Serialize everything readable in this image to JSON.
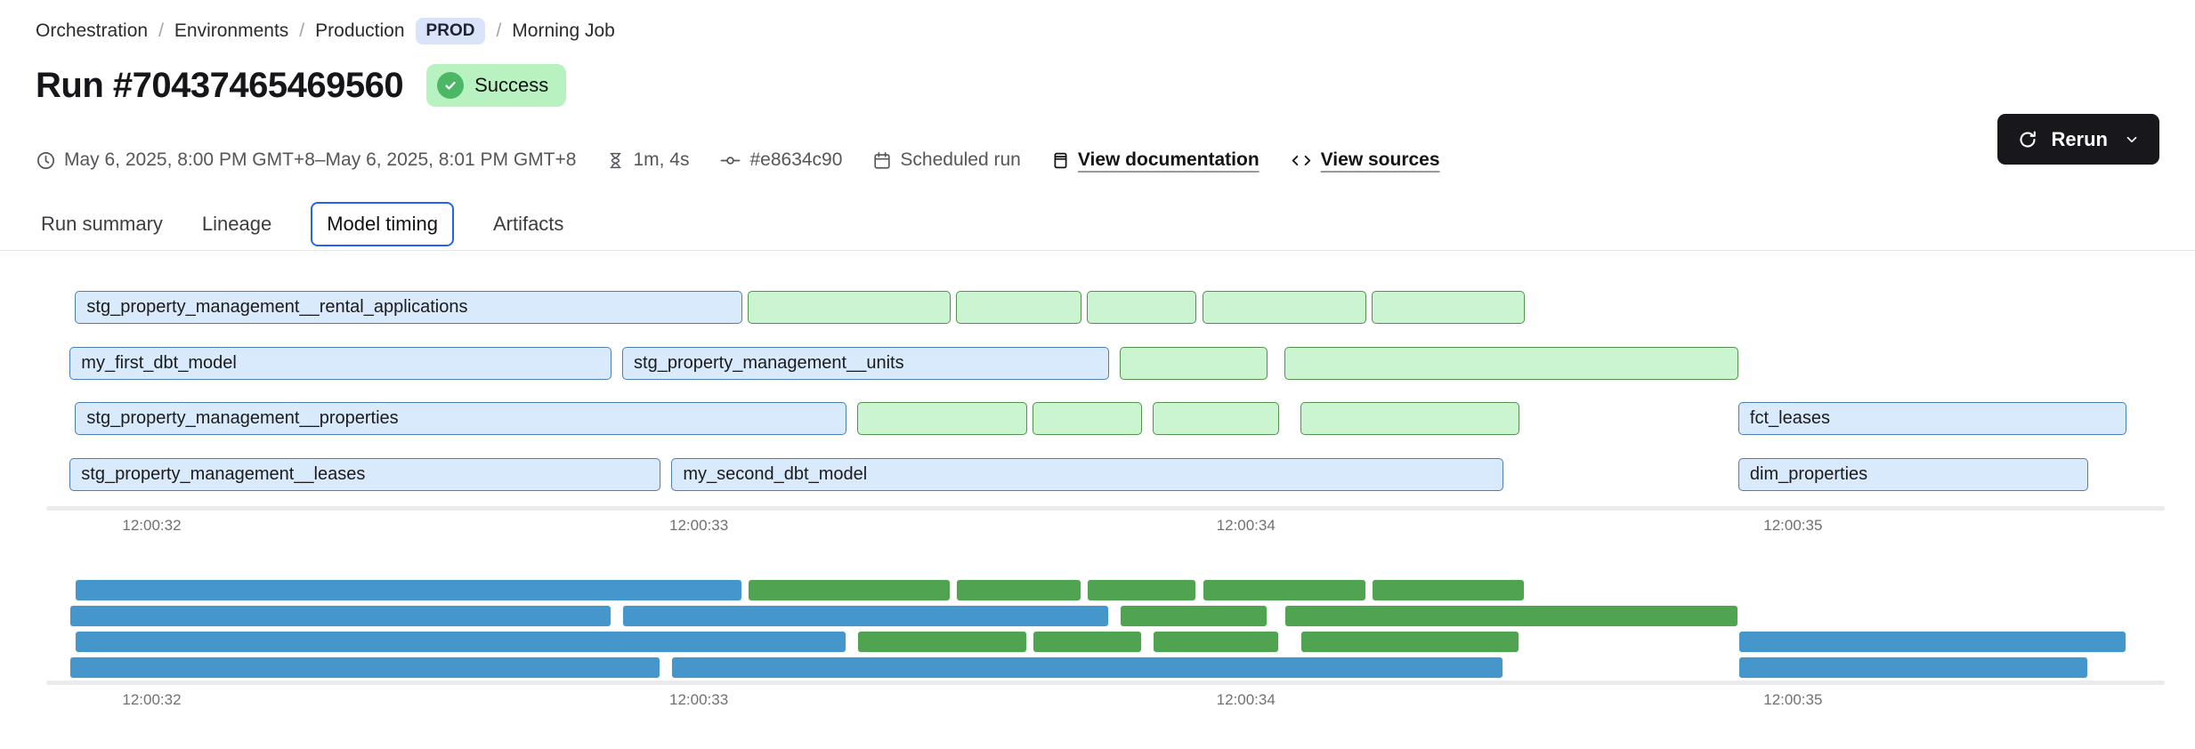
{
  "breadcrumb": {
    "separator": "/",
    "items": [
      "Orchestration",
      "Environments",
      "Production",
      "Morning Job"
    ],
    "env_badge": "PROD"
  },
  "header": {
    "title": "Run #70437465469560",
    "status": "Success"
  },
  "actions": {
    "rerun_label": "Rerun"
  },
  "meta": {
    "date_range": "May 6, 2025, 8:00 PM GMT+8–May 6, 2025, 8:01 PM GMT+8",
    "duration": "1m, 4s",
    "commit": "#e8634c90",
    "trigger": "Scheduled run",
    "docs_link": "View documentation",
    "sources_link": "View sources"
  },
  "tabs": [
    {
      "label": "Run summary",
      "active": false
    },
    {
      "label": "Lineage",
      "active": false
    },
    {
      "label": "Model timing",
      "active": true
    },
    {
      "label": "Artifacts",
      "active": false
    }
  ],
  "chart_data": {
    "type": "gantt",
    "title": "Model timing",
    "panels": [
      "detail",
      "overview"
    ],
    "x_axis": {
      "domain_seconds": [
        31.83,
        35.66
      ],
      "tick_seconds": [
        32,
        33,
        34,
        35
      ],
      "ticks": [
        "12:00:32",
        "12:00:33",
        "12:00:34",
        "12:00:35"
      ]
    },
    "colors": {
      "model_fill": "#d9eafc",
      "model_border": "#4a7fb2",
      "test_fill": "#cbf5d0",
      "test_border": "#53914d",
      "overview_model": "#4597cb",
      "overview_test": "#50a350"
    },
    "rows": [
      {
        "bars": [
          {
            "label": "stg_property_management__rental_applications",
            "kind": "model",
            "start": 31.86,
            "end": 33.08
          },
          {
            "label": "",
            "kind": "test",
            "start": 33.09,
            "end": 33.46
          },
          {
            "label": "",
            "kind": "test",
            "start": 33.47,
            "end": 33.7
          },
          {
            "label": "",
            "kind": "test",
            "start": 33.71,
            "end": 33.91
          },
          {
            "label": "",
            "kind": "test",
            "start": 33.92,
            "end": 34.22
          },
          {
            "label": "",
            "kind": "test",
            "start": 34.23,
            "end": 34.51
          }
        ]
      },
      {
        "bars": [
          {
            "label": "my_first_dbt_model",
            "kind": "model",
            "start": 31.85,
            "end": 32.84
          },
          {
            "label": "stg_property_management__units",
            "kind": "model",
            "start": 32.86,
            "end": 33.75
          },
          {
            "label": "",
            "kind": "test",
            "start": 33.77,
            "end": 34.04
          },
          {
            "label": "",
            "kind": "test",
            "start": 34.07,
            "end": 34.9
          }
        ]
      },
      {
        "bars": [
          {
            "label": "stg_property_management__properties",
            "kind": "model",
            "start": 31.86,
            "end": 33.27
          },
          {
            "label": "",
            "kind": "test",
            "start": 33.29,
            "end": 33.6
          },
          {
            "label": "",
            "kind": "test",
            "start": 33.61,
            "end": 33.81
          },
          {
            "label": "",
            "kind": "test",
            "start": 33.83,
            "end": 34.06
          },
          {
            "label": "",
            "kind": "test",
            "start": 34.1,
            "end": 34.5
          },
          {
            "label": "fct_leases",
            "kind": "model",
            "start": 34.9,
            "end": 35.61
          }
        ]
      },
      {
        "bars": [
          {
            "label": "stg_property_management__leases",
            "kind": "model",
            "start": 31.85,
            "end": 32.93
          },
          {
            "label": "my_second_dbt_model",
            "kind": "model",
            "start": 32.95,
            "end": 34.47
          },
          {
            "label": "dim_properties",
            "kind": "model",
            "start": 34.9,
            "end": 35.54
          }
        ]
      }
    ]
  }
}
